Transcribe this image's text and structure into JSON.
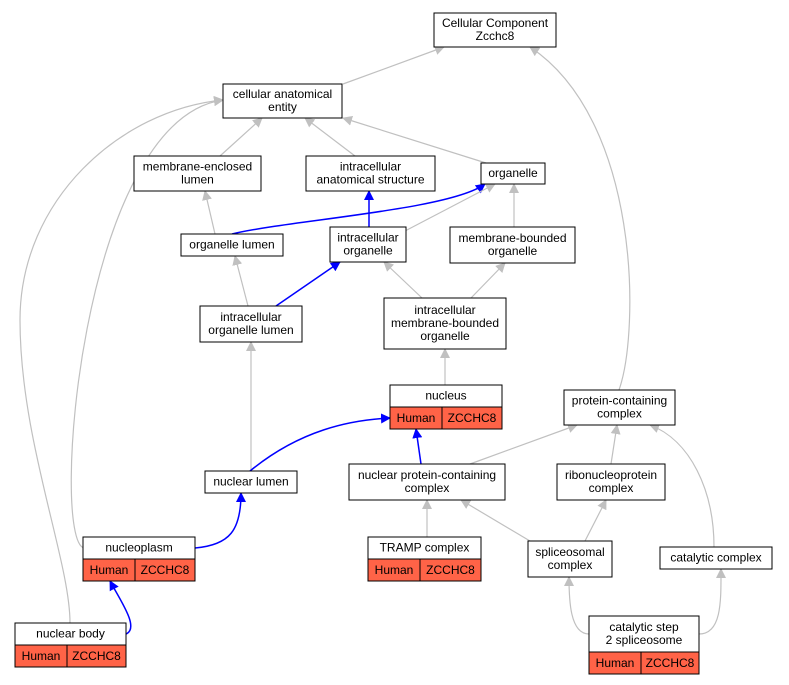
{
  "colors": {
    "background": "#ffffff",
    "node_border": "#000000",
    "edge_gray": "#c0c0c0",
    "edge_blue": "#0000ff",
    "annotation_fill": "#ff6347"
  },
  "nodes": {
    "root": {
      "lines": [
        "Cellular Component",
        "Zcchc8"
      ]
    },
    "cae": {
      "lines": [
        "cellular anatomical",
        "entity"
      ]
    },
    "mel": {
      "lines": [
        "membrane-enclosed",
        "lumen"
      ]
    },
    "ias": {
      "lines": [
        "intracellular",
        "anatomical structure"
      ]
    },
    "organelle": {
      "lines": [
        "organelle"
      ]
    },
    "orglumen": {
      "lines": [
        "organelle lumen"
      ]
    },
    "intorg": {
      "lines": [
        "intracellular",
        "organelle"
      ]
    },
    "mbo": {
      "lines": [
        "membrane-bounded",
        "organelle"
      ]
    },
    "iol": {
      "lines": [
        "intracellular",
        "organelle lumen"
      ]
    },
    "imbo": {
      "lines": [
        "intracellular",
        "membrane-bounded",
        "organelle"
      ]
    },
    "nucleus": {
      "lines": [
        "nucleus"
      ],
      "annot": [
        "Human",
        "ZCCHC8"
      ]
    },
    "pcc": {
      "lines": [
        "protein-containing",
        "complex"
      ]
    },
    "nlumen": {
      "lines": [
        "nuclear lumen"
      ]
    },
    "npcc": {
      "lines": [
        "nuclear protein-containing",
        "complex"
      ]
    },
    "rnp": {
      "lines": [
        "ribonucleoprotein",
        "complex"
      ]
    },
    "nucleoplasm": {
      "lines": [
        "nucleoplasm"
      ],
      "annot": [
        "Human",
        "ZCCHC8"
      ]
    },
    "tramp": {
      "lines": [
        "TRAMP complex"
      ],
      "annot": [
        "Human",
        "ZCCHC8"
      ]
    },
    "splice": {
      "lines": [
        "spliceosomal",
        "complex"
      ]
    },
    "catalytic": {
      "lines": [
        "catalytic complex"
      ]
    },
    "nbody": {
      "lines": [
        "nuclear body"
      ],
      "annot": [
        "Human",
        "ZCCHC8"
      ]
    },
    "cs2": {
      "lines": [
        "catalytic step",
        "2 spliceosome"
      ],
      "annot": [
        "Human",
        "ZCCHC8"
      ]
    }
  },
  "edges": [
    {
      "from": "cae",
      "to": "root",
      "color": "gray"
    },
    {
      "from": "pcc",
      "to": "root",
      "color": "gray"
    },
    {
      "from": "mel",
      "to": "cae",
      "color": "gray"
    },
    {
      "from": "ias",
      "to": "cae",
      "color": "gray"
    },
    {
      "from": "organelle",
      "to": "cae",
      "color": "gray"
    },
    {
      "from": "nucleoplasm",
      "to": "cae",
      "color": "gray"
    },
    {
      "from": "nbody",
      "to": "cae",
      "color": "gray"
    },
    {
      "from": "orglumen",
      "to": "mel",
      "color": "gray"
    },
    {
      "from": "orglumen",
      "to": "organelle",
      "color": "blue"
    },
    {
      "from": "intorg",
      "to": "ias",
      "color": "blue"
    },
    {
      "from": "intorg",
      "to": "organelle",
      "color": "gray"
    },
    {
      "from": "mbo",
      "to": "organelle",
      "color": "gray"
    },
    {
      "from": "iol",
      "to": "orglumen",
      "color": "gray"
    },
    {
      "from": "iol",
      "to": "intorg",
      "color": "blue"
    },
    {
      "from": "imbo",
      "to": "intorg",
      "color": "gray"
    },
    {
      "from": "imbo",
      "to": "mbo",
      "color": "gray"
    },
    {
      "from": "nucleus",
      "to": "imbo",
      "color": "gray"
    },
    {
      "from": "nlumen",
      "to": "iol",
      "color": "gray"
    },
    {
      "from": "nlumen",
      "to": "nucleus",
      "color": "blue"
    },
    {
      "from": "npcc",
      "to": "nucleus",
      "color": "blue"
    },
    {
      "from": "npcc",
      "to": "pcc",
      "color": "gray"
    },
    {
      "from": "rnp",
      "to": "pcc",
      "color": "gray"
    },
    {
      "from": "catalytic",
      "to": "pcc",
      "color": "gray"
    },
    {
      "from": "nucleoplasm",
      "to": "nlumen",
      "color": "blue"
    },
    {
      "from": "tramp",
      "to": "npcc",
      "color": "gray"
    },
    {
      "from": "splice",
      "to": "npcc",
      "color": "gray"
    },
    {
      "from": "splice",
      "to": "rnp",
      "color": "gray"
    },
    {
      "from": "nbody",
      "to": "nucleoplasm",
      "color": "blue"
    },
    {
      "from": "cs2",
      "to": "splice",
      "color": "gray"
    },
    {
      "from": "cs2",
      "to": "catalytic",
      "color": "gray"
    }
  ]
}
